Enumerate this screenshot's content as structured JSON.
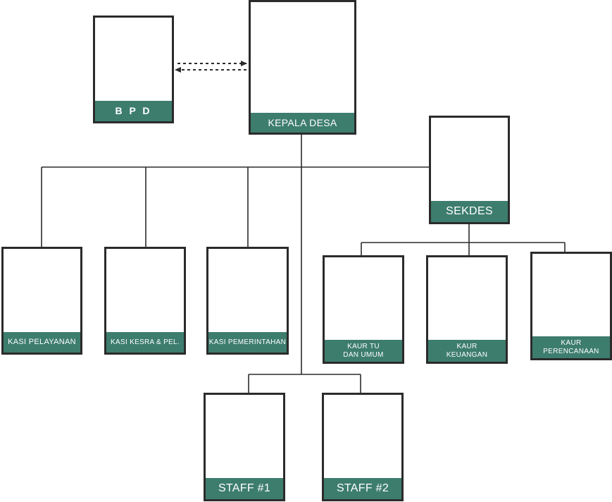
{
  "boxes": {
    "bpd": "B P D",
    "kepala_desa": "KEPALA DESA",
    "sekdes": "SEKDES",
    "kasi_pelayanan": "KASI PELAYANAN",
    "kasi_kesra": "KASI KESRA & PEL.",
    "kasi_pemerintahan": "KASI PEMERINTAHAN",
    "kaur_tu": "KAUR TU\nDAN UMUM",
    "kaur_keuangan": "KAUR\nKEUANGAN",
    "kaur_perencanaan": "KAUR\nPERENCANAAN",
    "staff1": "STAFF #1",
    "staff2": "STAFF #2"
  },
  "colors": {
    "label_fill": "#3d7d6e",
    "label_text": "#ffffff",
    "border": "#2b2b2b",
    "line": "#2b2b2b"
  }
}
